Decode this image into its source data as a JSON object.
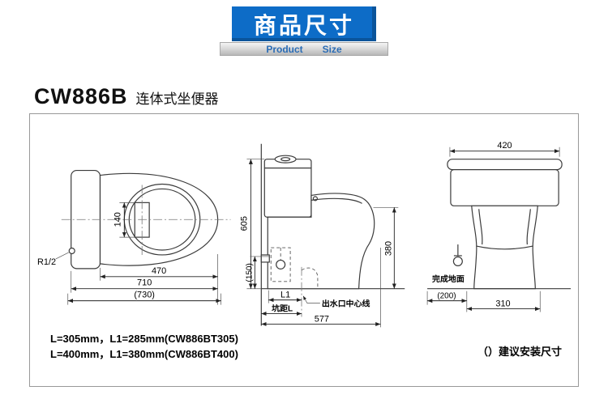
{
  "header": {
    "title": "商品尺寸",
    "subtitle_left": "Product",
    "subtitle_right": "Size"
  },
  "product": {
    "model": "CW886B",
    "name": "连体式坐便器"
  },
  "colors": {
    "banner_bg": "#0d6cc7",
    "banner_edge": "#0a4f96",
    "ribbon_text": "#2a6cb5",
    "drawing_line": "#3a3a3a"
  },
  "views": {
    "top": {
      "dim_inner_width": "140",
      "dim_seat_depth": "470",
      "dim_total_depth": "710",
      "dim_total_depth_suggested": "(730)",
      "label_inlet": "R1/2"
    },
    "side": {
      "dim_height": "605",
      "dim_inlet_height": "(150)",
      "dim_l1": "L1",
      "label_pit_distance": "坑距L",
      "label_outlet_centerline": "出水口中心线",
      "dim_depth": "577",
      "dim_seat_height": "380"
    },
    "front": {
      "dim_tank_width": "420",
      "label_finished_floor": "完成地面",
      "dim_side_clearance": "(200)",
      "dim_base_width": "310"
    }
  },
  "notes": {
    "line1": "L=305mm，L1=285mm(CW886BT305)",
    "line2": "L=400mm，L1=380mm(CW886BT400)",
    "legend": "（）建议安装尺寸"
  }
}
